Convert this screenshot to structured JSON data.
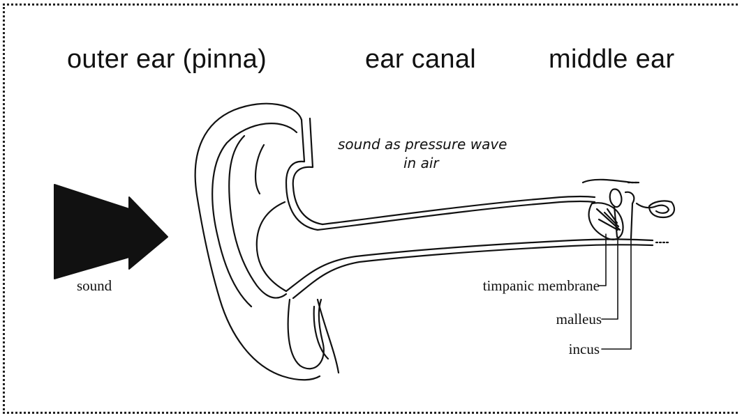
{
  "headings": {
    "outer_ear": "outer ear (pinna)",
    "ear_canal": "ear canal",
    "middle_ear": "middle ear"
  },
  "caption": {
    "line1": "sound as pressure wave",
    "line2": "in air"
  },
  "labels": {
    "sound": "sound",
    "timpanic_membrane": "timpanic membrane",
    "malleus": "malleus",
    "incus": "incus"
  }
}
